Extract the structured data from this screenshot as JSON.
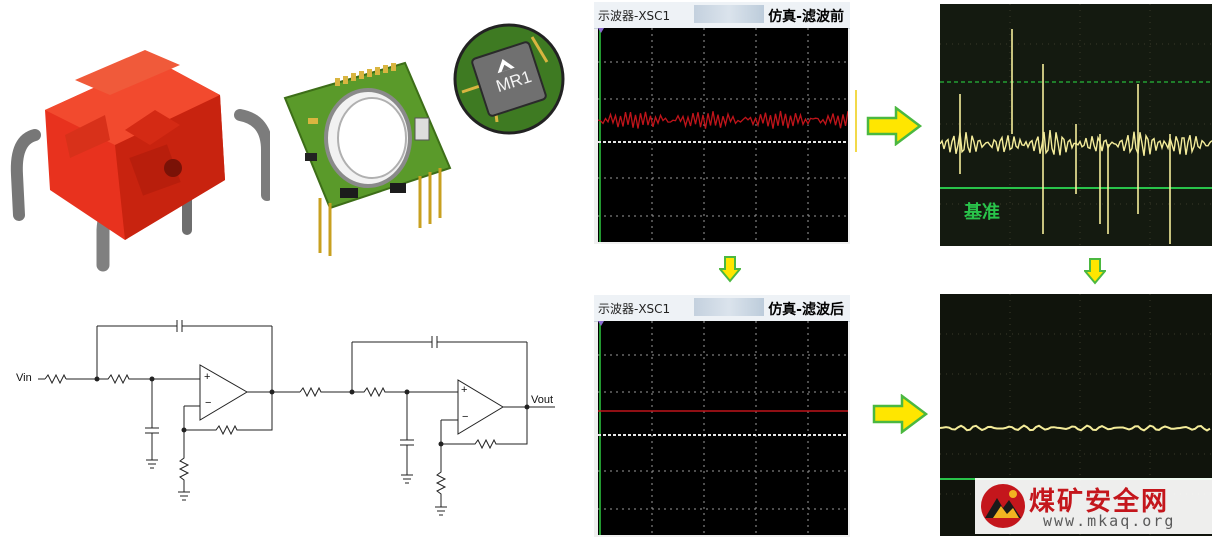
{
  "scope_top": {
    "window_label": "示波器-XSC1",
    "status_label": "仿真-滤波前"
  },
  "scope_bottom": {
    "window_label": "示波器-XSC1",
    "status_label": "仿真-滤波后"
  },
  "photo_top": {
    "baseline_label": "基准"
  },
  "schematic": {
    "input_label": "Vin",
    "output_label": "Vout",
    "plus_sign": "+",
    "minus_sign": "−"
  },
  "chip": {
    "label": "MR1"
  },
  "logo": {
    "title": "煤矿安全网",
    "url": "www.mkaq.org"
  },
  "colors": {
    "arrow_fill": "#ffe600",
    "arrow_stroke": "#4bb840",
    "trace_red": "#c0141a",
    "baseline_green": "#29c34a",
    "sensor_red": "#e8321e",
    "pcb_green": "#5a9a2a"
  }
}
